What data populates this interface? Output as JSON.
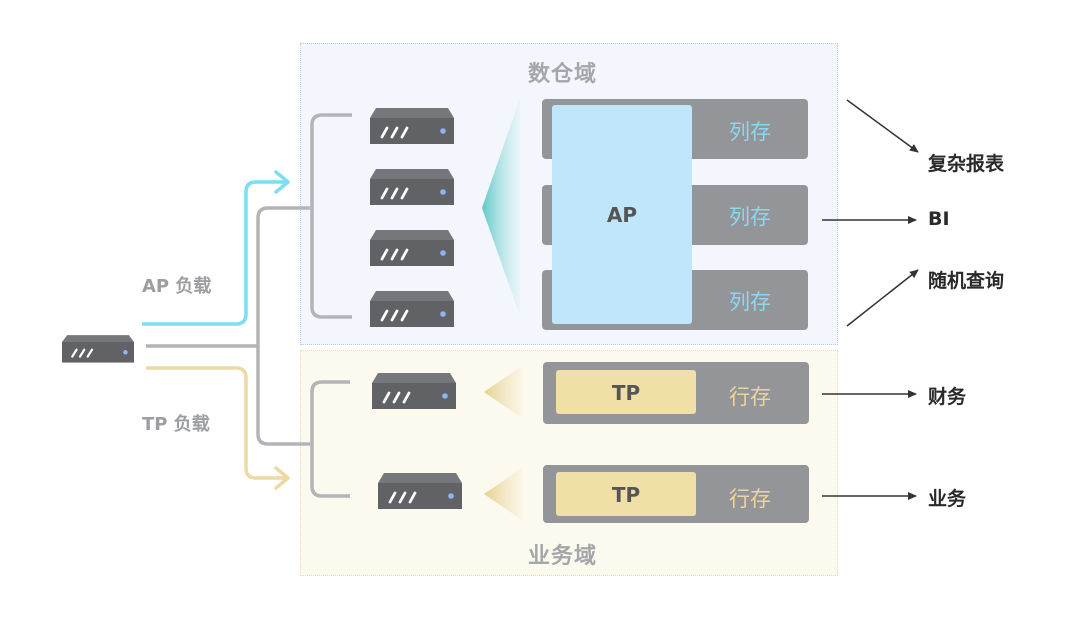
{
  "domains": {
    "warehouse_title": "数仓域",
    "business_title": "业务域"
  },
  "loads": {
    "ap": "AP 负载",
    "tp": "TP 负载"
  },
  "ap_block": {
    "label": "AP",
    "column_store": [
      "列存",
      "列存",
      "列存"
    ]
  },
  "tp_blocks": [
    {
      "label": "TP",
      "row_store": "行存"
    },
    {
      "label": "TP",
      "row_store": "行存"
    }
  ],
  "outputs": {
    "report": "复杂报表",
    "bi": "BI",
    "query": "随机查询",
    "finance": "财务",
    "business": "业务"
  },
  "colors": {
    "ap_accent": "#7dddf2",
    "tp_accent": "#ecd9a4",
    "gray_line": "#b3b4b8",
    "ap_text": "#8ad8f2",
    "tp_text": "#ecd59a"
  }
}
